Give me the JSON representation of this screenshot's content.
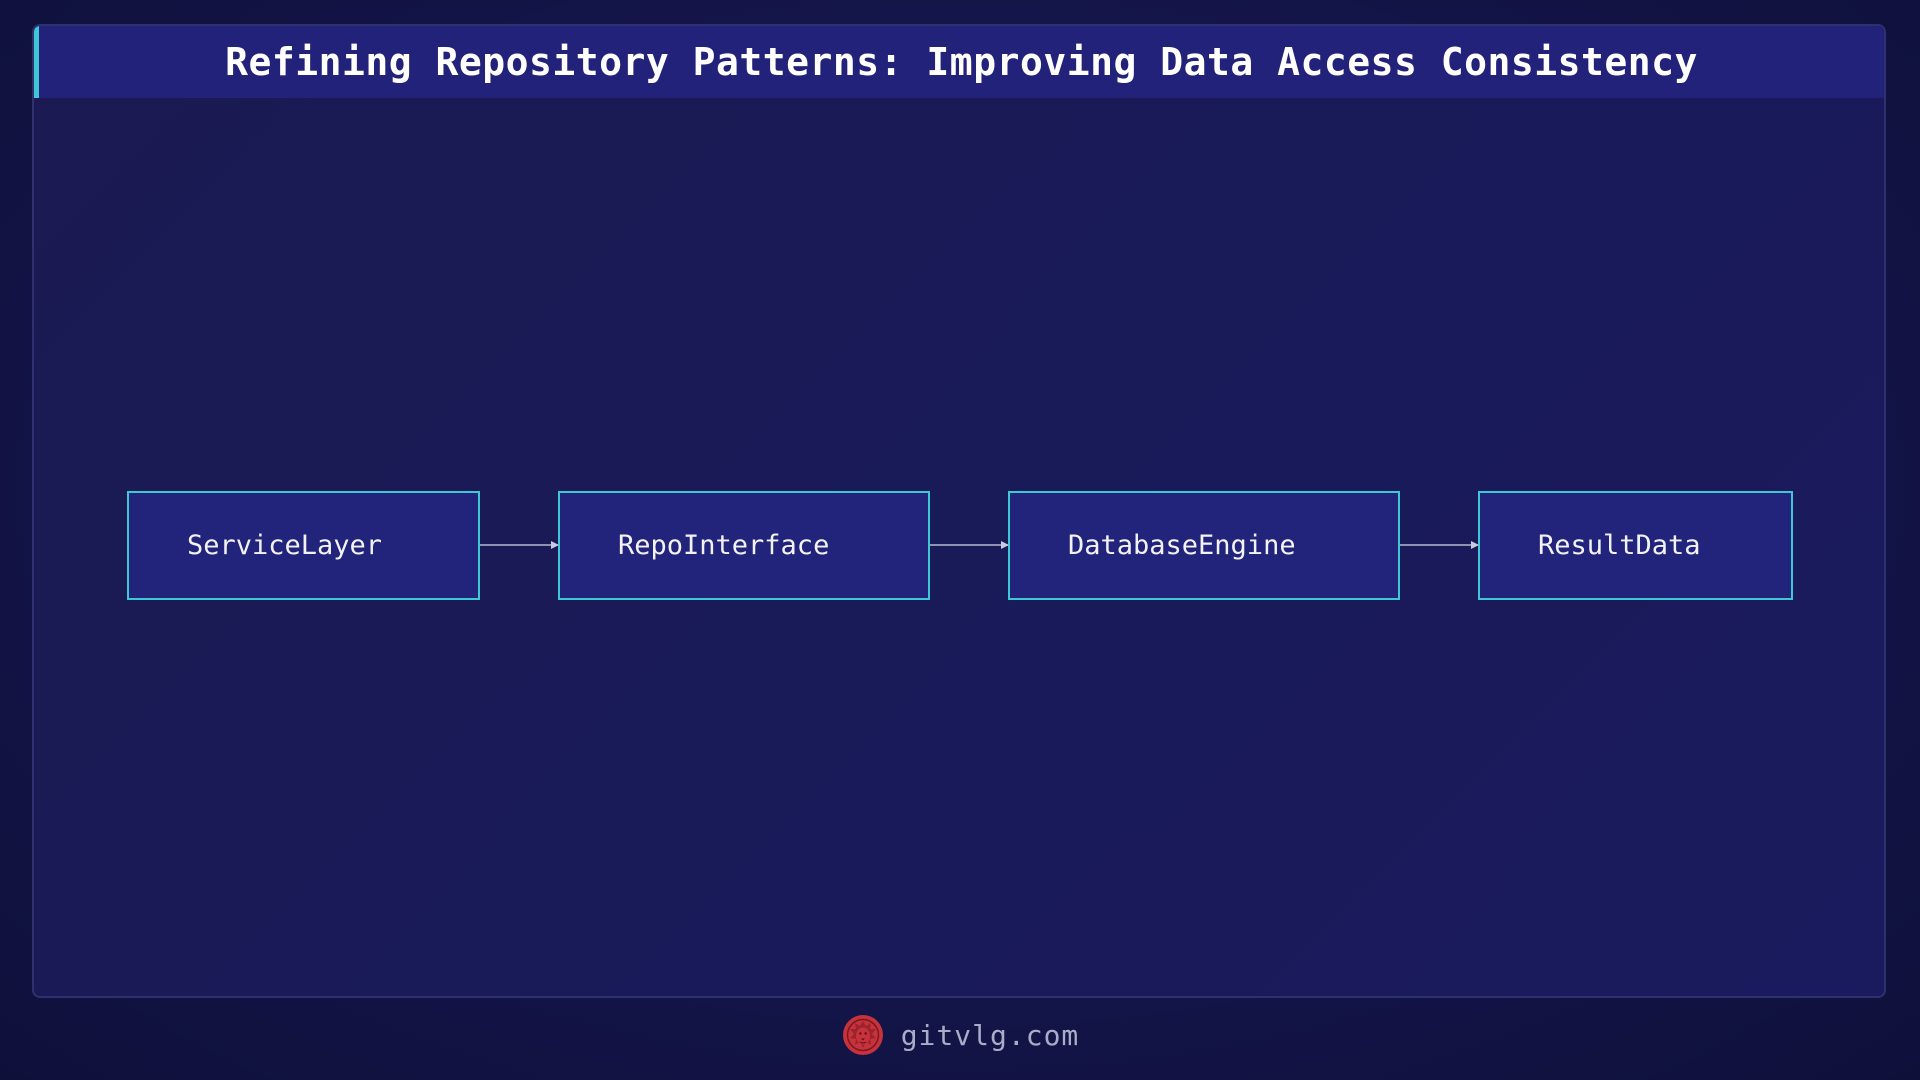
{
  "header": {
    "title": "Refining Repository Patterns: Improving Data Access Consistency"
  },
  "diagram": {
    "nodes": [
      {
        "id": "service",
        "label": "ServiceLayer"
      },
      {
        "id": "repo",
        "label": "RepoInterface"
      },
      {
        "id": "db",
        "label": "DatabaseEngine"
      },
      {
        "id": "result",
        "label": "ResultData"
      }
    ],
    "edges": [
      {
        "from": "service",
        "to": "repo"
      },
      {
        "from": "repo",
        "to": "db"
      },
      {
        "from": "db",
        "to": "result"
      }
    ]
  },
  "footer": {
    "site": "gitvlg.com",
    "logo_icon": "lion-logo-icon"
  },
  "colors": {
    "accent": "#3ec8d4",
    "node_fill": "#22237a",
    "logo": "#c8323c"
  }
}
